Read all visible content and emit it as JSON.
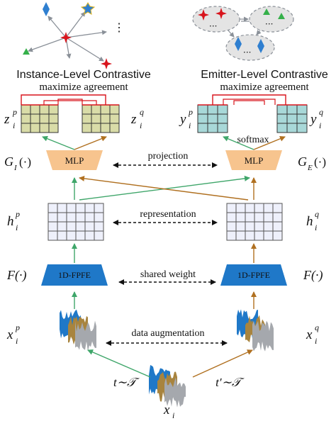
{
  "sections": {
    "instance": {
      "title": "Instance-Level Contrastive",
      "subtitle": "maximize agreement"
    },
    "emitter": {
      "title": "Emitter-Level Contrastive",
      "subtitle": "maximize agreement"
    }
  },
  "blocks": {
    "mlp_left": "MLP",
    "mlp_right": "MLP",
    "fpfe_left": "1D-FPFE",
    "fpfe_right": "1D-FPFE"
  },
  "arrow_labels": {
    "projection": "projection",
    "representation": "representation",
    "shared_weight": "shared weight",
    "data_augmentation": "data augmentation",
    "softmax": "softmax"
  },
  "math": {
    "G_I": "G",
    "G_I_sub": "I",
    "G_I_arg": "(·)",
    "G_E": "G",
    "G_E_sub": "E",
    "G_E_arg": "(·)",
    "F_left": "F(·)",
    "F_right": "F(·)",
    "z_p": "z",
    "z_q": "z",
    "y_p": "y",
    "y_q": "y",
    "h_p": "h",
    "h_q": "h",
    "x_p": "x",
    "x_q": "x",
    "x_i": "x",
    "sub_i": "i",
    "sup_p": "p",
    "sup_q": "q",
    "t_left": "t∼𝒯",
    "t_right": "t′∼𝒯"
  },
  "colors": {
    "mlp_fill": "#f7c48e",
    "fpfe_fill": "#1f78c8",
    "z_grid_fill": "#d9dca8",
    "y_grid_fill": "#a8d8d8",
    "h_grid_fill": "#eef0fb",
    "arrow_green": "#3fa66a",
    "arrow_brown": "#b07020",
    "red": "#d8141c",
    "blue": "#2f7fd0",
    "green_triangle": "#35b04a"
  },
  "icons": [
    "red-star-icon",
    "blue-diamond-icon",
    "green-triangle-icon",
    "signal-waveform-icon"
  ]
}
